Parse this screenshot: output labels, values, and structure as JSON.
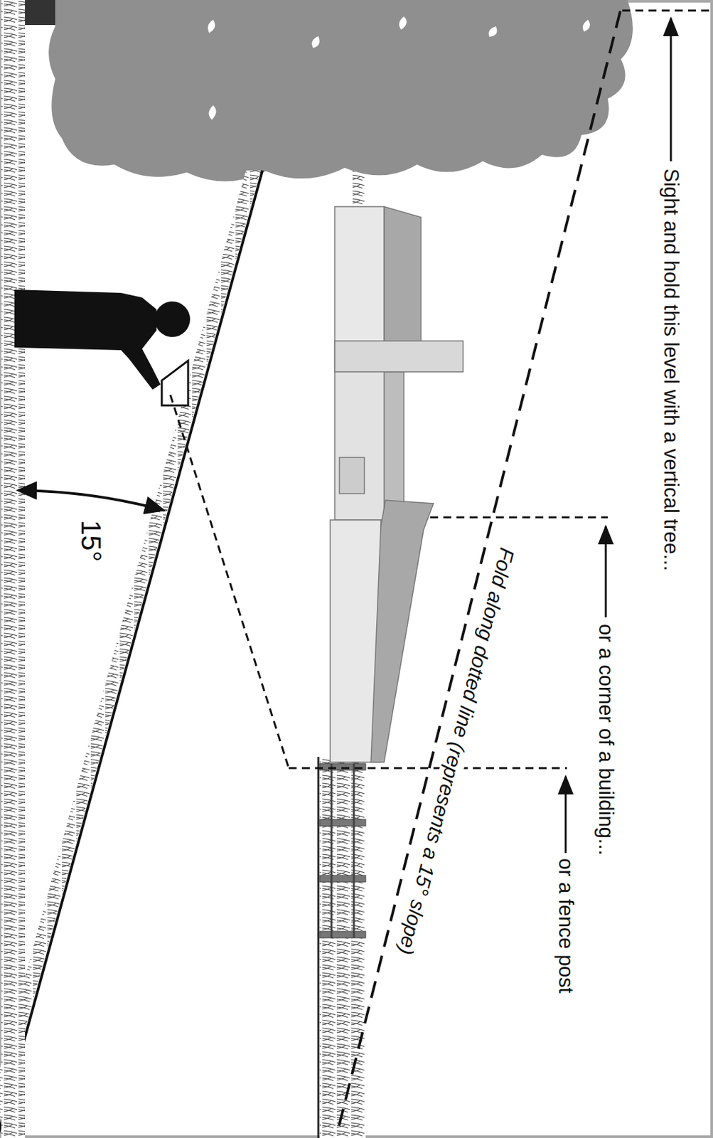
{
  "diagram": {
    "labels": [
      "Sight and hold this level with a vertical tree...",
      "or a corner of a building...",
      "or a fence post",
      "Fold along dotted line (represents a 15° slope)",
      "15°"
    ]
  }
}
